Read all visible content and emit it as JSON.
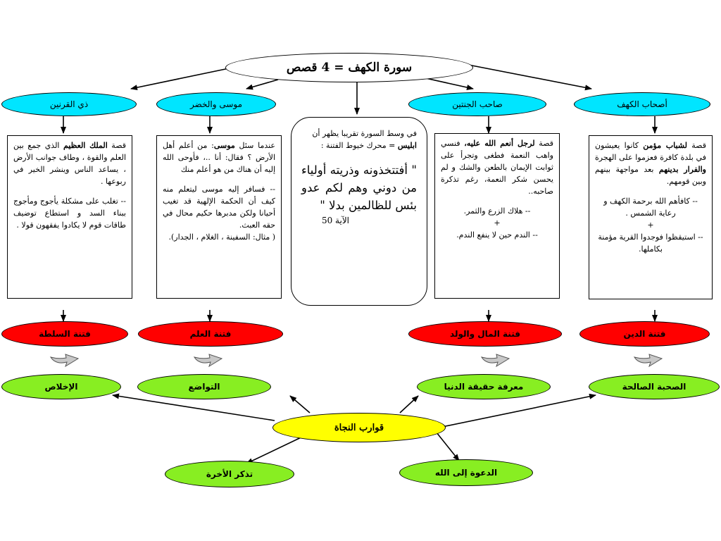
{
  "title": "سورة الكهف = 4 قصص",
  "stories": {
    "kahf": "أصحاب الكهف",
    "jannatain": "صاحب الجنتين",
    "musa": "موسى والخضر",
    "dhulqarnain": "ذي القرنين"
  },
  "boxes": {
    "kahf": {
      "p1_a": "قصة ",
      "p1_b": "لشباب مؤمن",
      "p1_c": " كانوا يعيشون في بلدة كافرة فعزموا على الهجرة ",
      "p1_d": "والفرار بدينهم",
      "p1_e": " بعد مواجهة بينهم وبين قومهم.",
      "l1": "-- كافأهم الله برحمة الكهف و رعاية الشمس .",
      "l2": "+",
      "l3": "-- استيقظوا فوجدوا القرية مؤمنة بكاملها."
    },
    "jannatain": {
      "p1_a": "قصة ",
      "p1_b": "لرجل أنعم الله عليه،",
      "p1_c": " فنسي واهب النعمة فطغى وتجرأ على ثوابت الإيمان بالطعن والشك و لم يحسن شكر النعمة، رغم تذكرة صاحبه..",
      "l1": "-- هلاك الزرع والثمر.",
      "l2": "+",
      "l3": "-- الندم حين لا ينفع الندم."
    },
    "musa": {
      "p1_a": "عندما سئل ",
      "p1_b": "موسى",
      "p1_c": ": من أعلم أهل الأرض ؟ فقال: أنا ..، فأوحى الله إليه أن هناك من هو أعلم منك",
      "p2": "-- فسافر إليه موسى ليتعلم منه كيف أن الحكمة الإلهية قد تغيب أحيانا ولكن مدبرها حكيم محال في حقه العبث.",
      "p3": "( مثال: السفينة ، الغلام ، الجدار)."
    },
    "dhulqarnain": {
      "p1_a": "قصة ",
      "p1_b": "الملك العظيم",
      "p1_c": " الذي جمع بين العلم والقوة ، وطاف جوانب الأرض ، يساعد الناس وينشر الخير في ربوعها .",
      "p2": "-- تغلب على مشكلة يأجوج ومأجوج ببناء السد و استطاع توضيف طاقات قوم لا يكادوا يفقهون قولا ."
    }
  },
  "center": {
    "intro_a": "في وسط السورة تقريبا يظهر أن ",
    "intro_b": "ابليس",
    "intro_c": " = محرك خيوط الفتنة :",
    "verse": "\" أفتتخذونه وذريته أولياء من دوني وهم لكم عدو بئس للظالمين بدلا \"",
    "ayah": "الآية 50"
  },
  "trials": {
    "kahf": "فتنة الدين",
    "jannatain": "فتنة المال والولد",
    "musa": "فتنة العلم",
    "dhulqarnain": "فتنة السلطة"
  },
  "remedies": {
    "kahf": "الصحبة الصالحة",
    "jannatain": "معرفة حقيقة الدنيا",
    "musa": "التواضع",
    "dhulqarnain": "الإخلاص"
  },
  "lifeboats": "قوارب النجاة",
  "extras": {
    "dawah": "الدعوة إلى الله",
    "akhira": "تذكر الأخرة"
  },
  "colors": {
    "cyan": "#00e5ff",
    "red": "#ff0000",
    "green": "#88ee22",
    "yellow": "#ffff00"
  }
}
